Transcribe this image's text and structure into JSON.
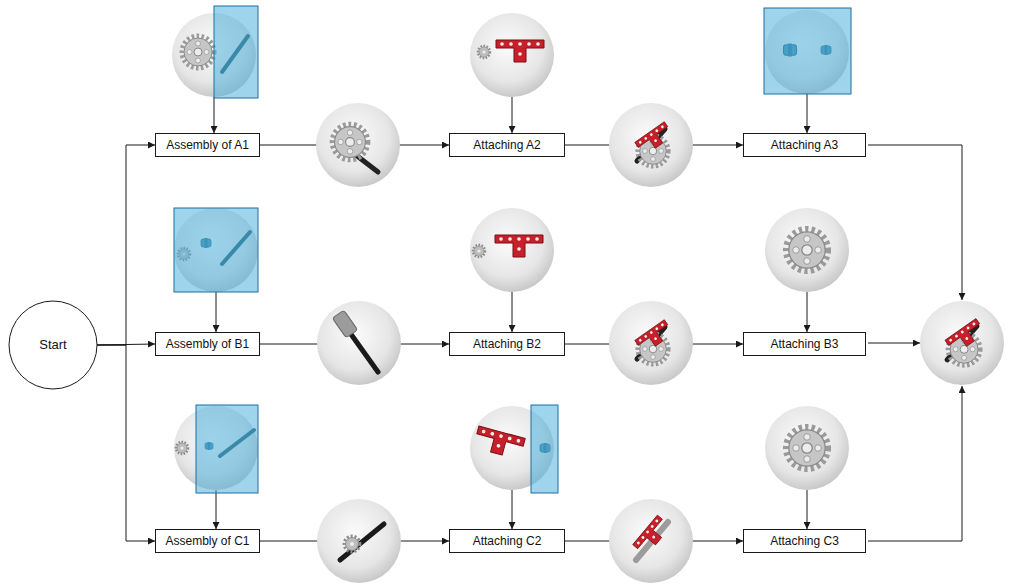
{
  "diagram": {
    "nodes": [
      {
        "text": [
          "Start"
        ]
      },
      {
        "text": [
          "Assembly of A1"
        ]
      },
      {
        "text": [
          "Attaching A2"
        ]
      },
      {
        "text": [
          "Attaching A3"
        ]
      },
      {
        "text": [
          "Assembly of B1"
        ]
      },
      {
        "text": [
          "Attaching B2"
        ]
      },
      {
        "text": [
          "Attaching B3"
        ]
      },
      {
        "text": [
          "Assembly of C1"
        ]
      },
      {
        "text": [
          "Attaching C2"
        ]
      },
      {
        "text": [
          "Attaching C3"
        ]
      }
    ],
    "edges": [
      {
        "from": 0,
        "to": 1,
        "arrow": "to"
      },
      {
        "from": 0,
        "to": 4,
        "arrow": "to"
      },
      {
        "from": 0,
        "to": 7,
        "arrow": "to"
      },
      {
        "from": 1,
        "to": 2,
        "arrow": "to"
      },
      {
        "from": 2,
        "to": 3,
        "arrow": "to"
      },
      {
        "from": 4,
        "to": 5,
        "arrow": "to"
      },
      {
        "from": 5,
        "to": 6,
        "arrow": "to"
      },
      {
        "from": 7,
        "to": 8,
        "arrow": "to"
      },
      {
        "from": 8,
        "to": 9,
        "arrow": "to"
      }
    ]
  }
}
